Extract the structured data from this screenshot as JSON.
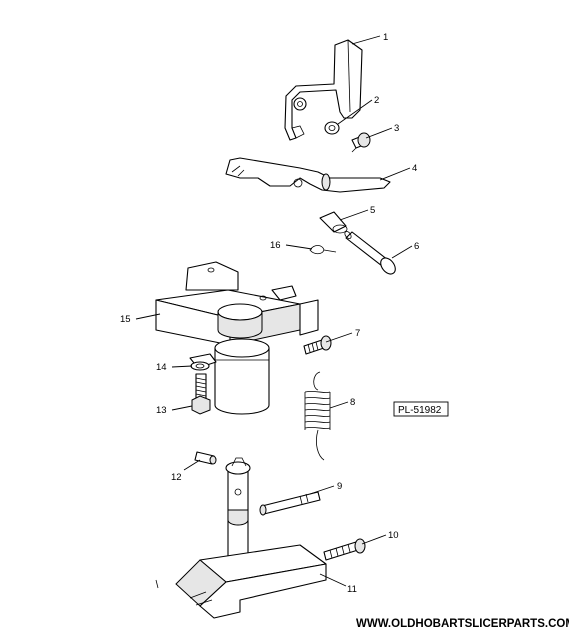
{
  "diagram": {
    "callouts": {
      "c1": "1",
      "c2": "2",
      "c3": "3",
      "c4": "4",
      "c5": "5",
      "c6": "6",
      "c7": "7",
      "c8": "8",
      "c9": "9",
      "c10": "10",
      "c11": "11",
      "c12": "12",
      "c13": "13",
      "c14": "14",
      "c15": "15",
      "c16": "16"
    },
    "plate_number": "PL-51982",
    "website": "WWW.OLDHOBARTSLICERPARTS.COM"
  }
}
